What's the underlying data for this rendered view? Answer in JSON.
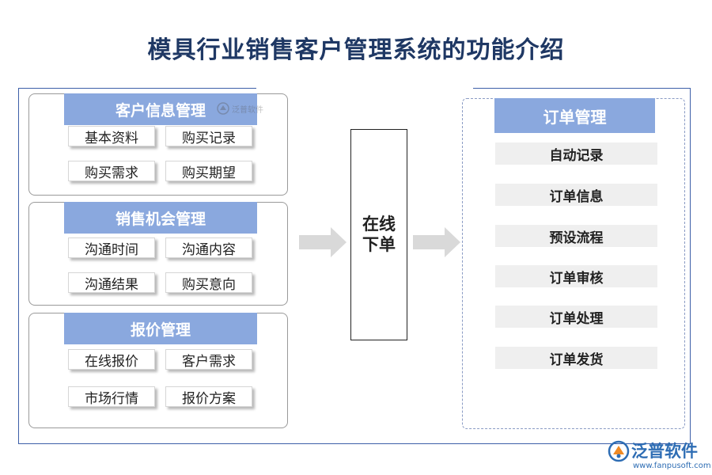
{
  "title": "模具行业销售客户管理系统的功能介绍",
  "left_groups": [
    {
      "header": "客户信息管理",
      "items": [
        "基本资料",
        "购买记录",
        "购买需求",
        "购买期望"
      ]
    },
    {
      "header": "销售机会管理",
      "items": [
        "沟通时间",
        "沟通内容",
        "沟通结果",
        "购买意向"
      ]
    },
    {
      "header": "报价管理",
      "items": [
        "在线报价",
        "客户需求",
        "市场行情",
        "报价方案"
      ]
    }
  ],
  "center": {
    "line1": "在线",
    "line2": "下单"
  },
  "right_panel": {
    "header": "订单管理",
    "items": [
      "自动记录",
      "订单信息",
      "预设流程",
      "订单审核",
      "订单处理",
      "订单发货"
    ]
  },
  "watermark": {
    "text": "泛普软件"
  },
  "logo": {
    "name": "泛普软件",
    "url": "www.fanpusoft.com"
  },
  "colors": {
    "title": "#1f3864",
    "header_fill": "#8aa8de",
    "arrow": "#d9d9d9",
    "frame": "#3d5fa8",
    "logo": "#2e6db4"
  },
  "icons": {
    "arrow_left": "right-arrow-icon",
    "arrow_right": "right-arrow-icon",
    "logo": "fanpu-logo-icon"
  }
}
